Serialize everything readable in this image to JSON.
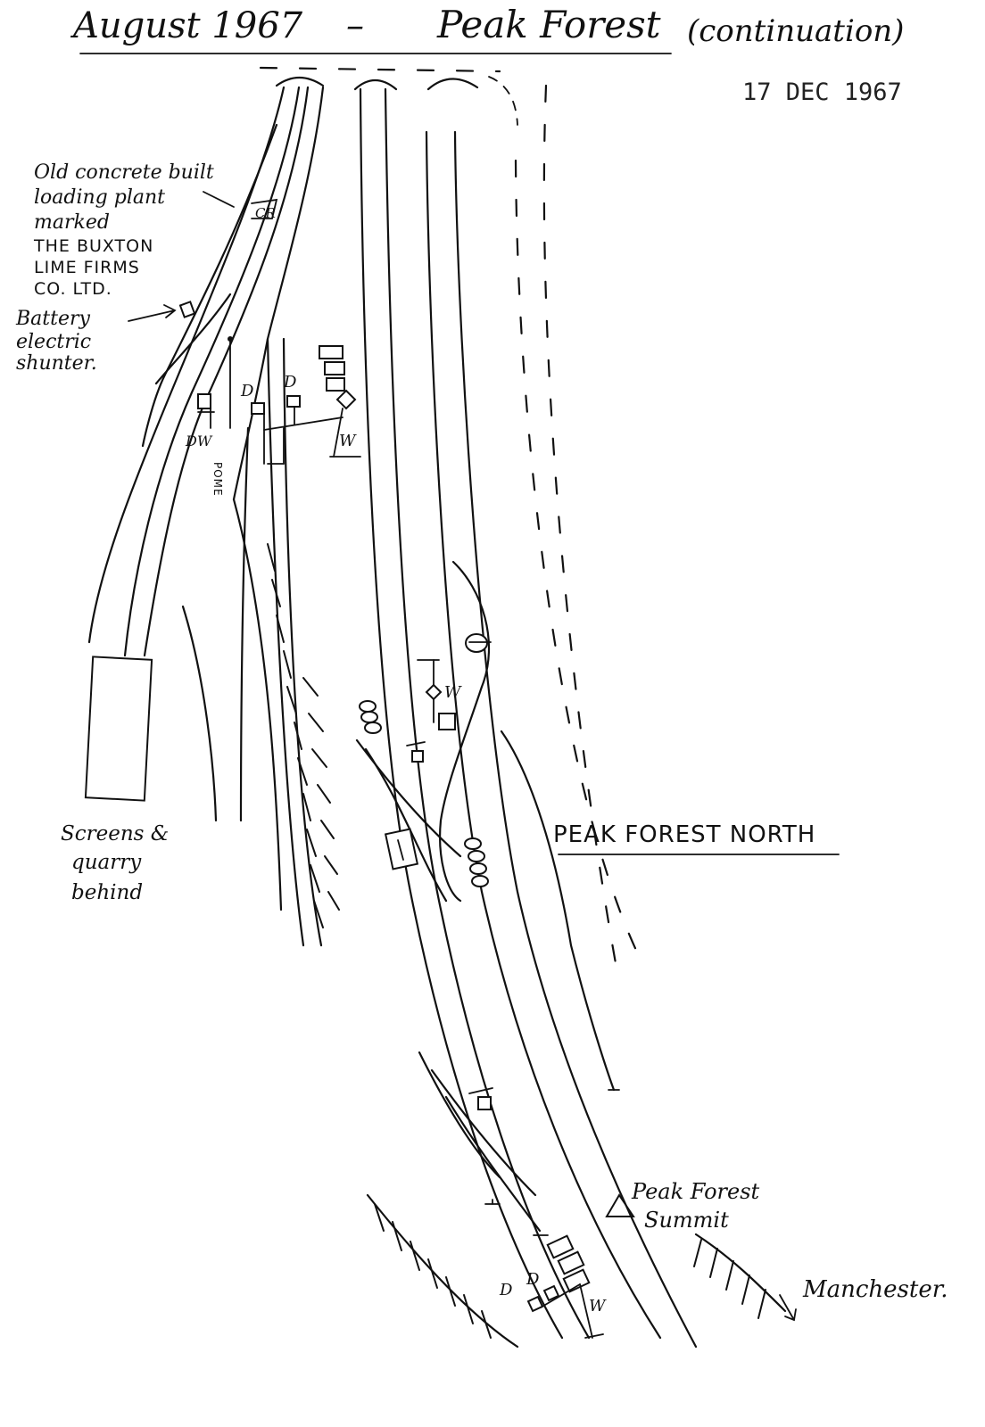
{
  "title": {
    "date": "August 1967",
    "separator": "–",
    "place": "Peak Forest",
    "note": "(continuation)"
  },
  "stamp": "17 DEC 1967",
  "labels": {
    "loading_plant": [
      "Old concrete built",
      "loading plant",
      "marked"
    ],
    "firm_name": [
      "THE BUXTON",
      "LIME FIRMS",
      "CO. LTD."
    ],
    "shunter": [
      "Battery",
      "electric",
      "shunter."
    ],
    "screens": [
      "Screens &",
      "quarry",
      "behind"
    ],
    "station_name": "PEAK FOREST NORTH",
    "summit": [
      "Peak Forest",
      "Summit"
    ],
    "direction": "Manchester."
  },
  "signal_codes": {
    "cr": "CR",
    "d": "D",
    "w": "W",
    "dw": "DW",
    "pome": "POME"
  }
}
